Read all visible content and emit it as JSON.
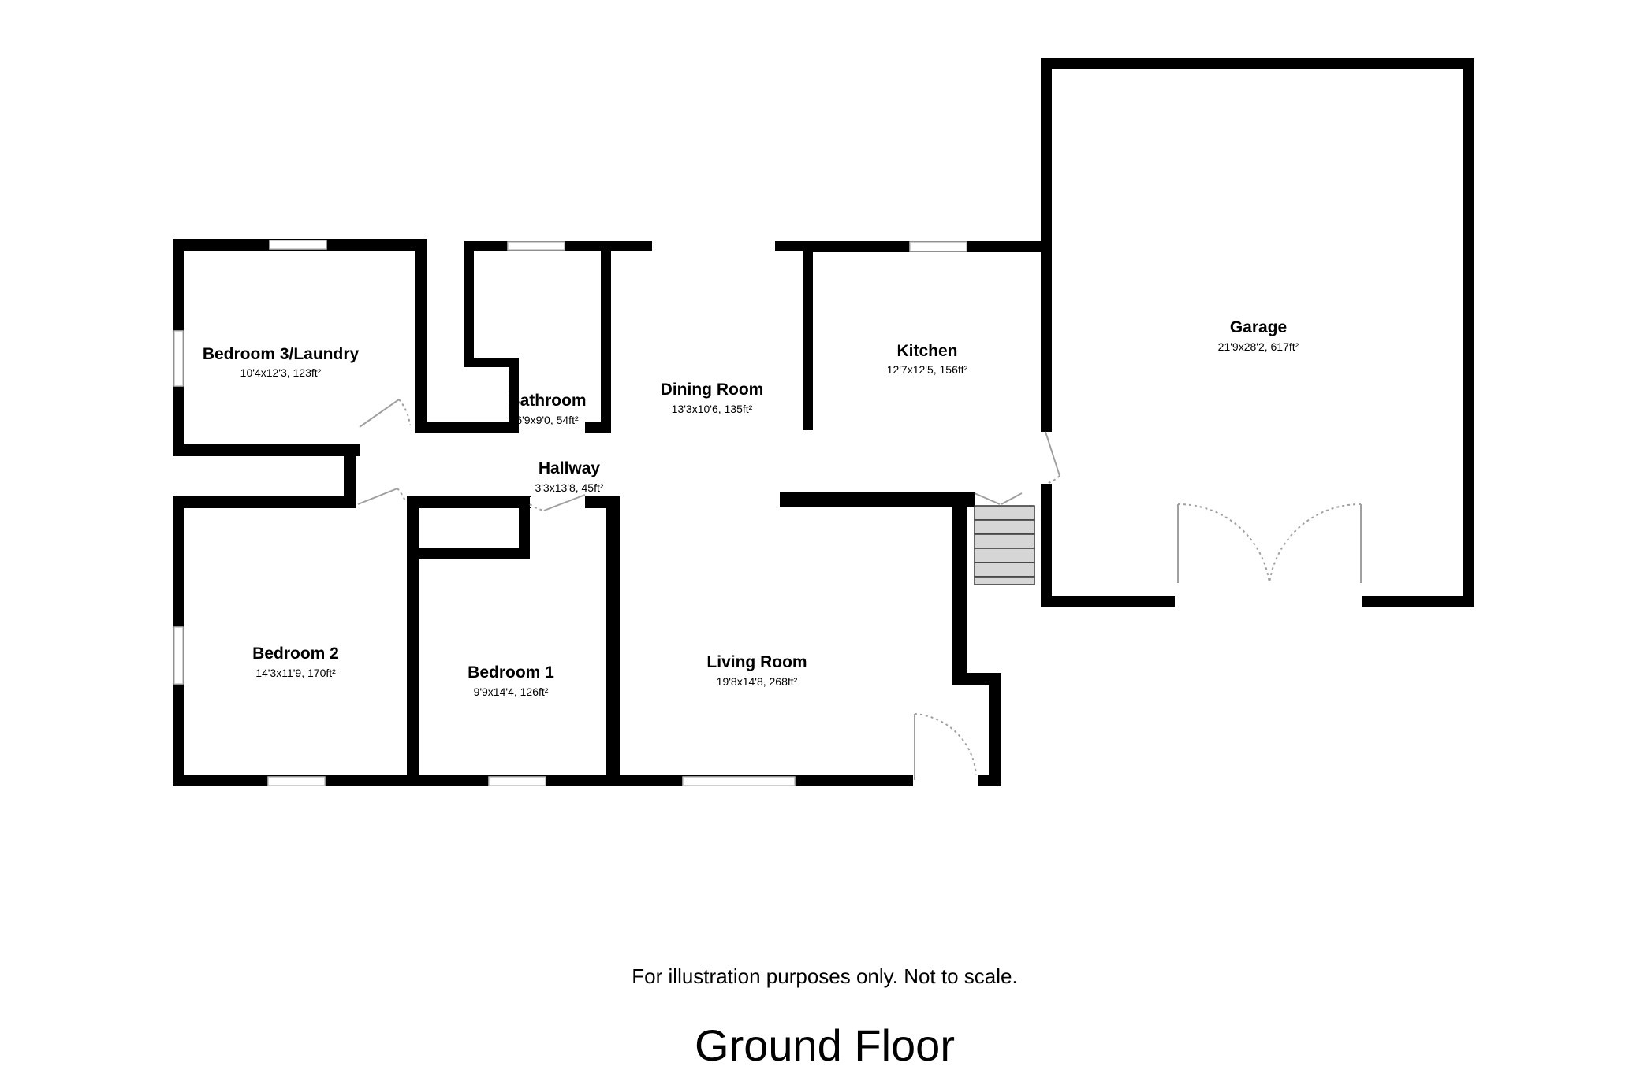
{
  "plan": {
    "floor_title": "Ground Floor",
    "disclaimer": "For illustration purposes only. Not to scale.",
    "rooms": {
      "bedroom3": {
        "name": "Bedroom 3/Laundry",
        "dims": "10'4x12'3, 123ft²"
      },
      "bathroom": {
        "name": "Bathroom",
        "dims": "6'9x9'0, 54ft²"
      },
      "dining": {
        "name": "Dining Room",
        "dims": "13'3x10'6, 135ft²"
      },
      "kitchen": {
        "name": "Kitchen",
        "dims": "12'7x12'5, 156ft²"
      },
      "garage": {
        "name": "Garage",
        "dims": "21'9x28'2, 617ft²"
      },
      "hallway": {
        "name": "Hallway",
        "dims": "3'3x13'8, 45ft²"
      },
      "bedroom2": {
        "name": "Bedroom 2",
        "dims": "14'3x11'9, 170ft²"
      },
      "bedroom1": {
        "name": "Bedroom 1",
        "dims": "9'9x14'4, 126ft²"
      },
      "living": {
        "name": "Living Room",
        "dims": "19'8x14'8, 268ft²"
      }
    }
  }
}
